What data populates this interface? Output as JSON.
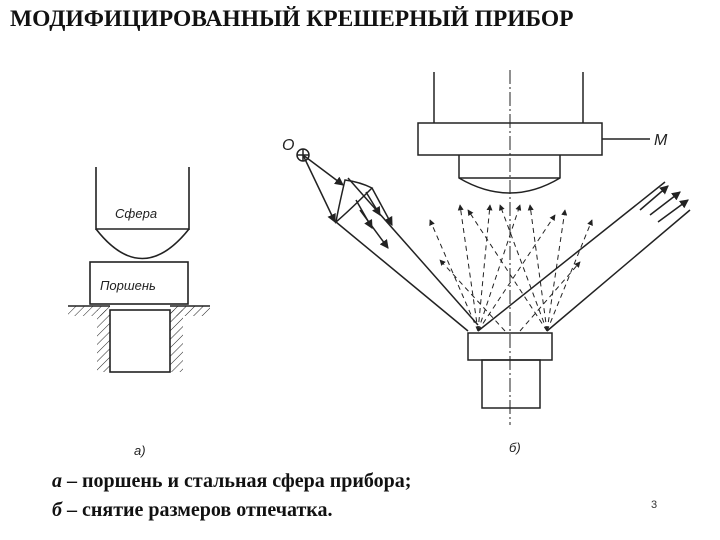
{
  "slide": {
    "title": "МОДИФИЦИРОВАННЫЙ КРЕШЕРНЫЙ ПРИБОР",
    "page_number": "3"
  },
  "diagram_a": {
    "sphere_label": "Сфера",
    "piston_label": "Поршень",
    "sublabel": "а)"
  },
  "diagram_b": {
    "point_label": "О",
    "microscope_label": "М",
    "sublabel": "б)"
  },
  "captions": {
    "a_letter": "а",
    "a_text": " – поршень и стальная сфера прибора;",
    "b_letter": "б",
    "b_text": " – снятие размеров отпечатка."
  }
}
